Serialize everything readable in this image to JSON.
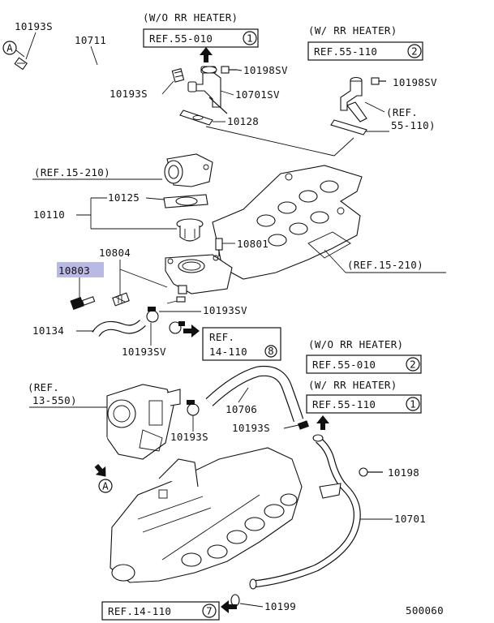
{
  "parts": {
    "p10193S_top": "10193S",
    "p10711": "10711",
    "p10193S_mid": "10193S",
    "p10198SV_a": "10198SV",
    "p10701SV": "10701SV",
    "p10128": "10128",
    "p10198SV_b": "10198SV",
    "p10125": "10125",
    "p10110": "10110",
    "p10804": "10804",
    "p10801": "10801",
    "p10803": "10803",
    "p10134": "10134",
    "p10193SV_a": "10193SV",
    "p10193SV_b": "10193SV",
    "p10706": "10706",
    "p10193S_c": "10193S",
    "p10193S_d": "10193S",
    "p10198": "10198",
    "p10701": "10701",
    "p10199": "10199",
    "diagram_id": "500060"
  },
  "refs": {
    "wo_heater_top_label": "(W/O RR HEATER)",
    "wo_heater_top_ref": "REF.55-010",
    "wo_heater_top_num": "1",
    "w_heater_top_label": "(W/ RR HEATER)",
    "w_heater_top_ref": "REF.55-110",
    "w_heater_top_num": "2",
    "ref_55_110_line1": "(REF.",
    "ref_55_110_line2": "55-110)",
    "ref_15_210_a": "(REF.15-210)",
    "ref_15_210_b": "(REF.15-210)",
    "ref_14_110_line1": "REF.",
    "ref_14_110_line2": "14-110",
    "ref_14_110_num": "8",
    "wo_heater_mid_label": "(W/O RR HEATER)",
    "wo_heater_mid_ref": "REF.55-010",
    "wo_heater_mid_num": "2",
    "w_heater_mid_label": "(W/ RR HEATER)",
    "w_heater_mid_ref": "REF.55-110",
    "w_heater_mid_num": "1",
    "ref_13_550_line1": "(REF.",
    "ref_13_550_line2": "13-550)",
    "ref_14_110_bottom": "REF.14-110",
    "ref_14_110_bottom_num": "7"
  },
  "connectors": {
    "a_top": "A",
    "a_bottom": "A"
  },
  "highlight_color": "#b9b9e6"
}
